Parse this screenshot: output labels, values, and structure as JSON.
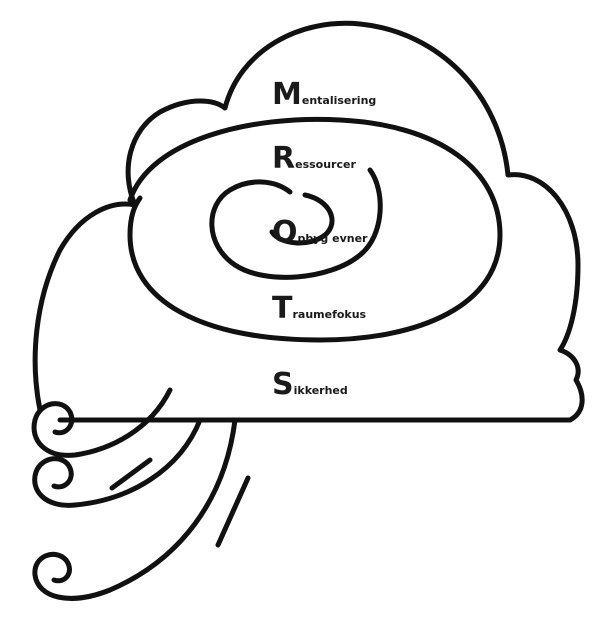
{
  "colors": {
    "line": "#111111",
    "text": "#1a1a1a",
    "background": "#ffffff"
  },
  "icon": "wind-cloud-spiral",
  "terms": [
    {
      "initial": "M",
      "rest": "entalisering"
    },
    {
      "initial": "R",
      "rest": "essourcer"
    },
    {
      "initial": "O",
      "rest": "pbyg evner"
    },
    {
      "initial": "T",
      "rest": "raumefokus"
    },
    {
      "initial": "S",
      "rest": "ikkerhed"
    }
  ]
}
